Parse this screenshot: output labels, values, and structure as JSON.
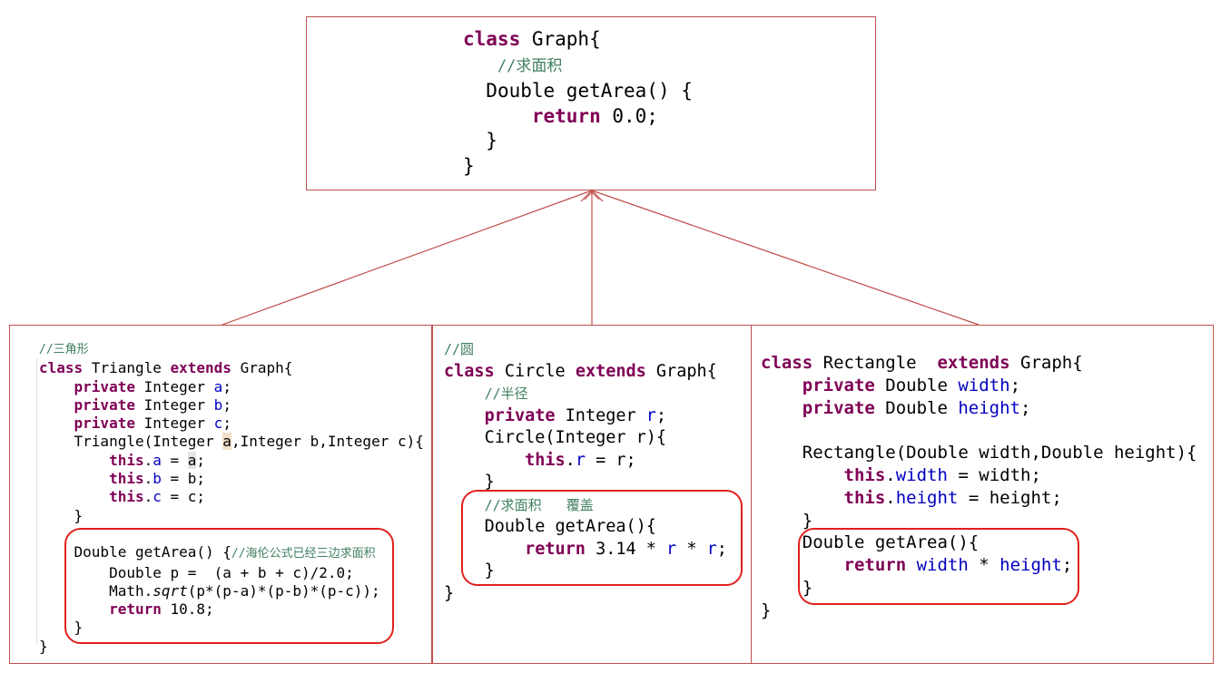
{
  "graph": {
    "kw_class": "class",
    "name": " Graph{",
    "comment": "//求面积",
    "method": "Double getArea() {",
    "kw_return": "return",
    "ret_val": " 0.0;",
    "close1": "}",
    "close2": "}"
  },
  "triangle": {
    "comment": "//三角形",
    "kw_class": "class",
    "name": " Triangle ",
    "kw_extends": "extends",
    "parent": " Graph{",
    "kw_private": "private",
    "type": " Integer ",
    "f_a": "a",
    "f_b": "b",
    "f_c": "c",
    "semi": ";",
    "ctor_start": "Triangle(Integer ",
    "ctor_rest": ",Integer b,Integer c){",
    "kw_this": "this",
    "dot": ".",
    "eq": " = ",
    "close": "}",
    "method": "Double getArea() {",
    "method_comment": "//海伦公式已经三边求面积",
    "p_decl": "Double ",
    "p_var": "p",
    "p_expr": " =  (a + b + c)/2.0;",
    "math": "Math.",
    "sqrt": "sqrt",
    "sqrt_args": "(p*(p-a)*(p-b)*(p-c));",
    "kw_return": "return",
    "ret_val": " 10.8;",
    "close_class": "}"
  },
  "circle": {
    "comment": "//圆",
    "kw_class": "class",
    "name": " Circle ",
    "kw_extends": "extends",
    "parent": " Graph{",
    "field_comment": "//半径",
    "kw_private": "private",
    "type": " Integer ",
    "f_r": "r",
    "semi": ";",
    "ctor_start": "Circle(Integer ",
    "ctor_end": "){",
    "kw_this": "this",
    "dot": ".",
    "eq": " = ",
    "close": "}",
    "method_comment": "//求面积   覆盖",
    "method": "Double getArea(){",
    "kw_return": "return",
    "ret_num": " 3.14 * ",
    "ret_mul": " * ",
    "close_class": "}"
  },
  "rectangle": {
    "kw_class": "class",
    "name": " Rectangle  ",
    "kw_extends": "extends",
    "parent": " Graph{",
    "kw_private": "private",
    "type": " Double ",
    "f_width": "width",
    "f_height": "height",
    "semi": ";",
    "ctor_start": "Rectangle(Double ",
    "ctor_mid": ",Double ",
    "ctor_end": "){",
    "kw_this": "this",
    "dot": ".",
    "eq": " = ",
    "close": "}",
    "method": "Double getArea(){",
    "kw_return": "return",
    "mul": " * ",
    "close_class": "}"
  }
}
